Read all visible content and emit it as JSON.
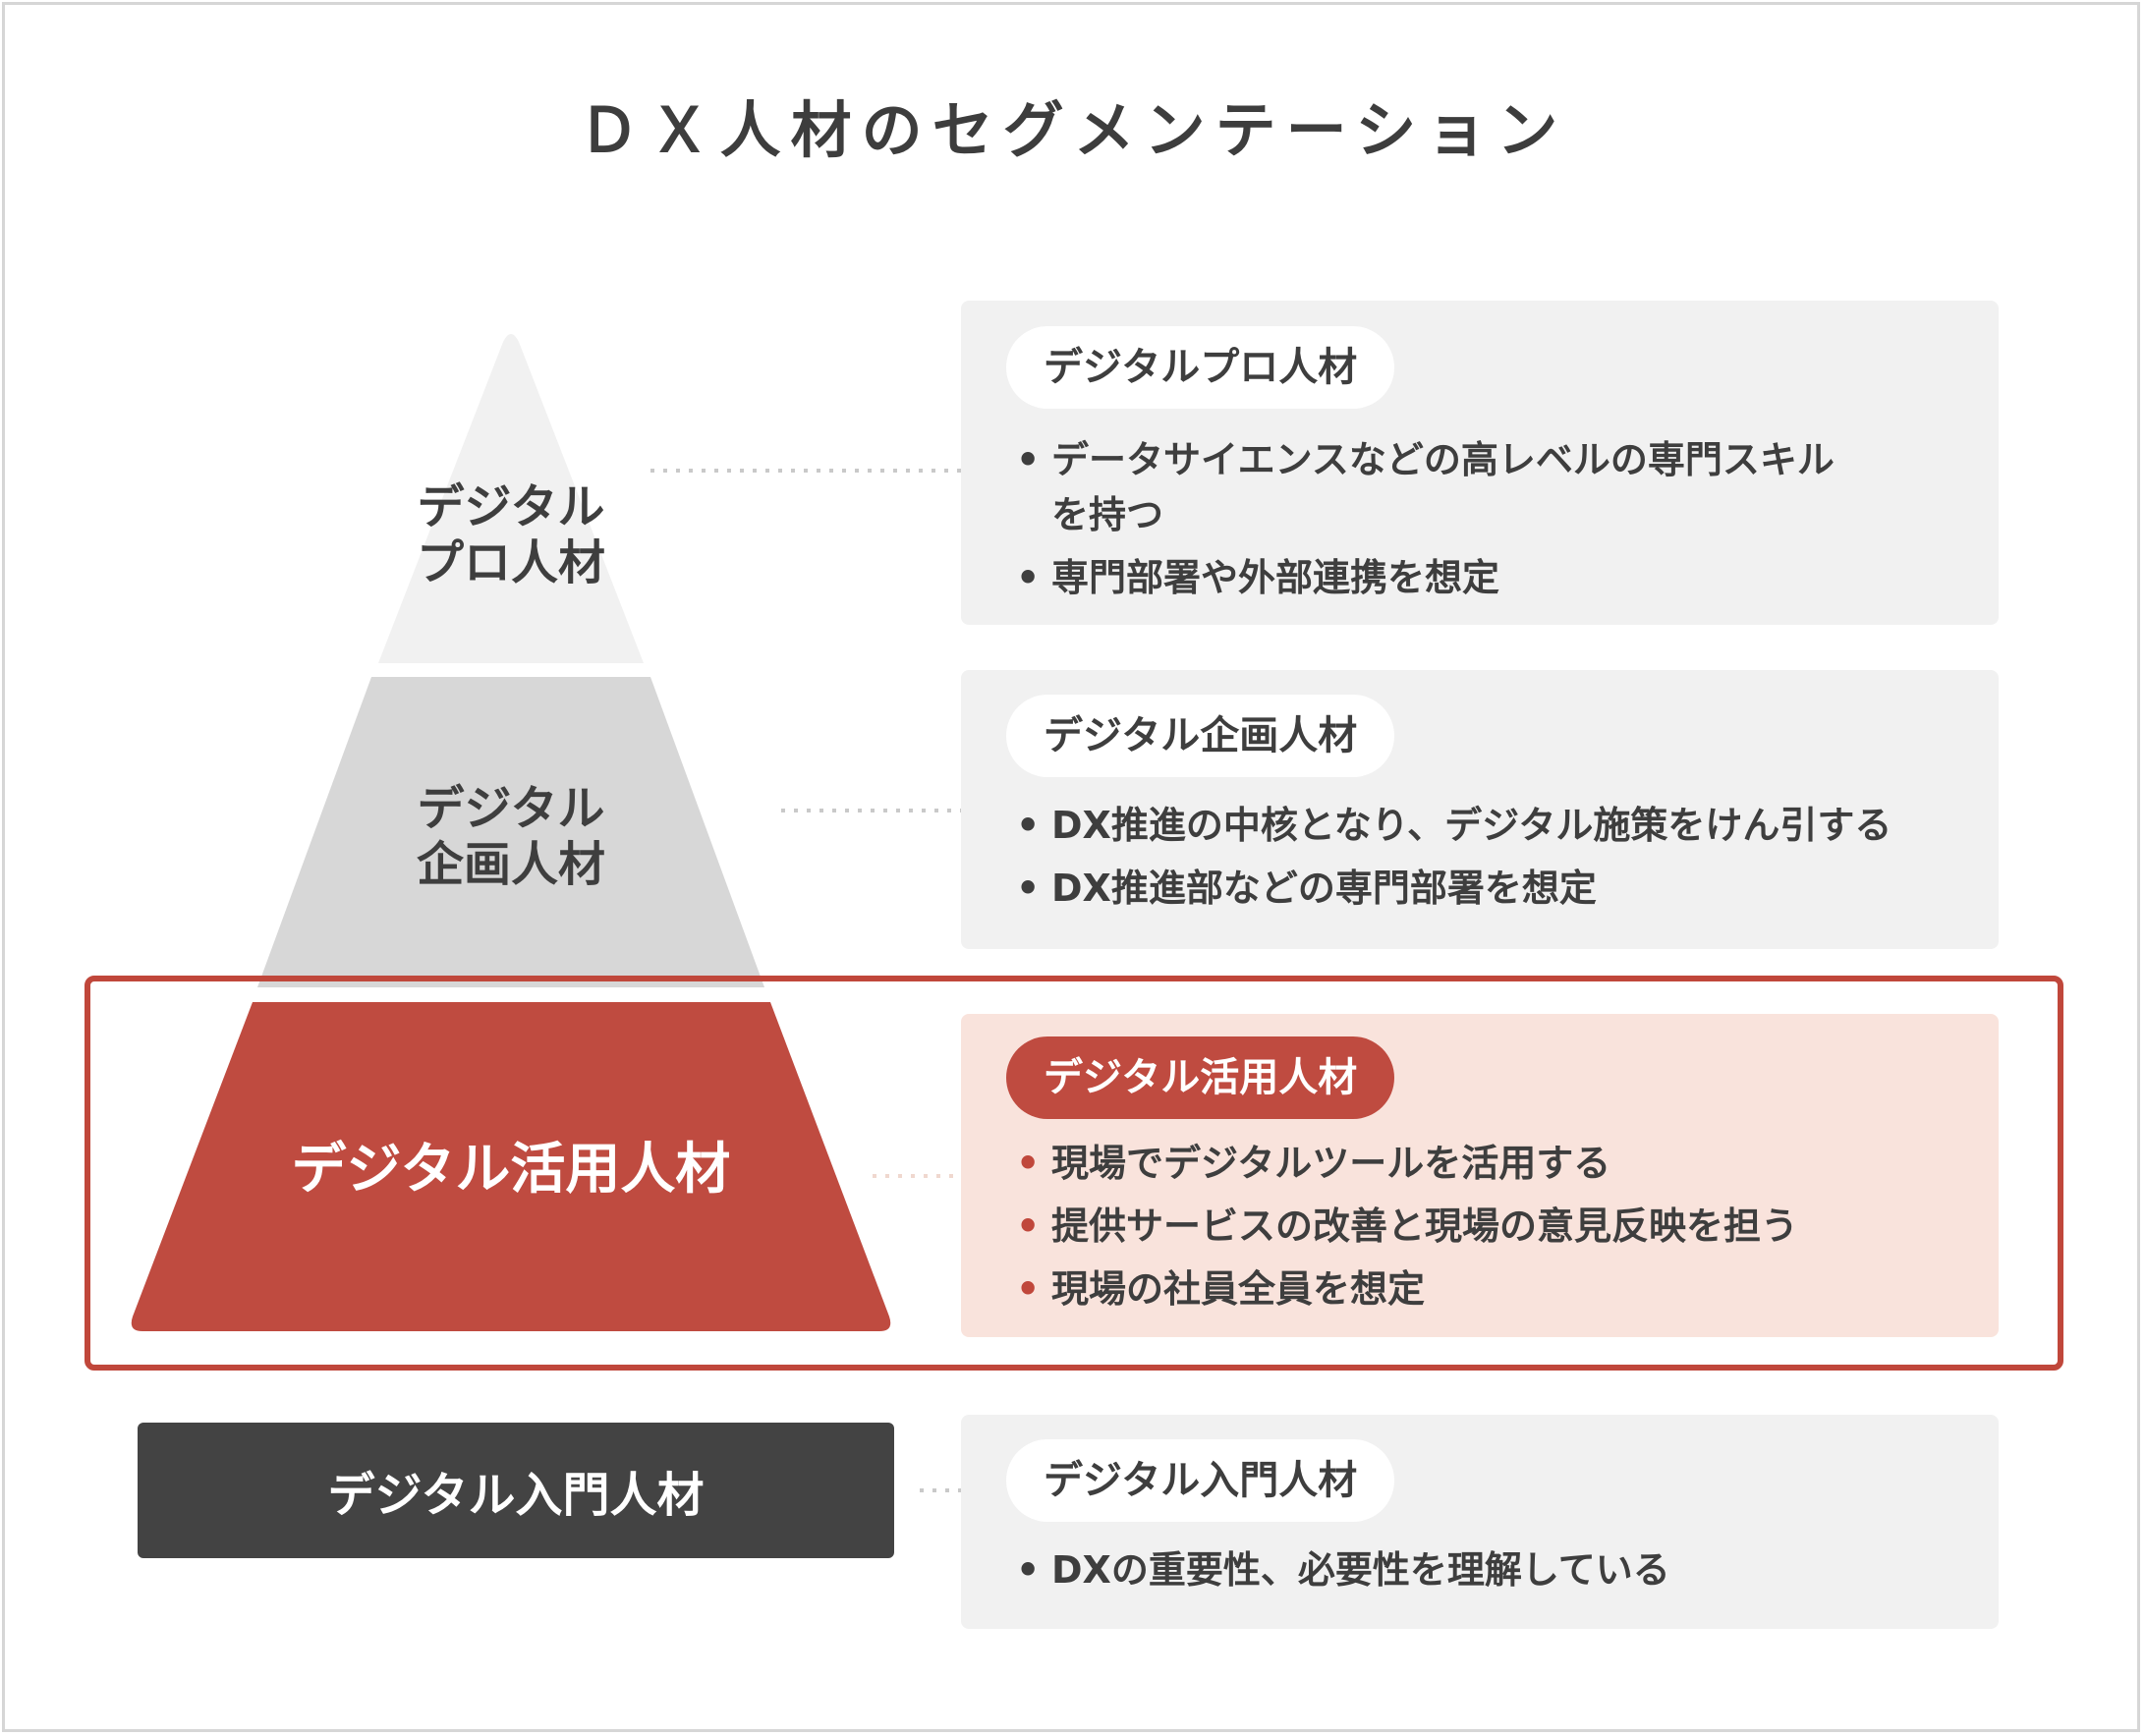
{
  "title": "ＤＸ人材のセグメンテーション",
  "colors": {
    "tier1": "#f1f1f1",
    "tier2": "#d7d7d7",
    "tier3": "#bf4b40",
    "entry": "#434343",
    "highlight_border": "#c0473b",
    "highlight_card": "#f9e3dc"
  },
  "tiers": [
    {
      "label": "デジタル\nプロ人材",
      "card_title": "デジタルプロ人材",
      "bullets": [
        "データサイエンスなどの高レベルの専門スキル\nを持つ",
        "専門部署や外部連携を想定"
      ]
    },
    {
      "label": "デジタル\n企画人材",
      "card_title": "デジタル企画人材",
      "bullets": [
        "DX推進の中核となり、デジタル施策をけん引する",
        "DX推進部などの専門部署を想定"
      ]
    },
    {
      "label": "デジタル活用人材",
      "card_title": "デジタル活用人材",
      "bullets": [
        "現場でデジタルツールを活用する",
        "提供サービスの改善と現場の意見反映を担う",
        "現場の社員全員を想定"
      ]
    },
    {
      "label": "デジタル入門人材",
      "card_title": "デジタル入門人材",
      "bullets": [
        "DXの重要性、必要性を理解している"
      ]
    }
  ]
}
